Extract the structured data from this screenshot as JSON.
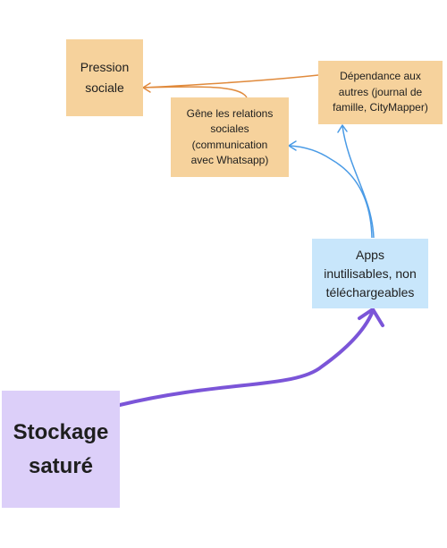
{
  "nodes": {
    "pression": {
      "label": "Pression\nsociale"
    },
    "dependance": {
      "label": "Dépendance aux\nautres (journal de\nfamille, CityMapper)"
    },
    "gene": {
      "label": "Gêne les relations\nsociales\n(communication\navec Whatsapp)"
    },
    "apps": {
      "label": "Apps\ninutilisables, non\ntéléchargeables"
    },
    "stockage": {
      "label": "Stockage\nsaturé"
    }
  },
  "colors": {
    "orange_fill": "#f6d29c",
    "blue_fill": "#c8e6fb",
    "purple_fill": "#dccff9",
    "orange_edge": "#e08a3c",
    "blue_edge": "#4a9be6",
    "purple_edge": "#7b55d8"
  }
}
